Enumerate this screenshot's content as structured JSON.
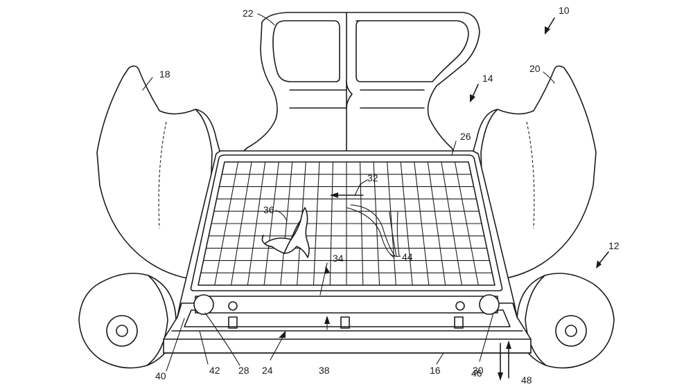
{
  "figure": {
    "labels": [
      {
        "key": "10",
        "text": "10"
      },
      {
        "key": "12",
        "text": "12"
      },
      {
        "key": "14",
        "text": "14"
      },
      {
        "key": "16",
        "text": "16"
      },
      {
        "key": "18",
        "text": "18"
      },
      {
        "key": "20",
        "text": "20"
      },
      {
        "key": "22",
        "text": "22"
      },
      {
        "key": "24",
        "text": "24"
      },
      {
        "key": "26",
        "text": "26"
      },
      {
        "key": "28",
        "text": "28"
      },
      {
        "key": "30",
        "text": "30"
      },
      {
        "key": "32",
        "text": "32"
      },
      {
        "key": "34",
        "text": "34"
      },
      {
        "key": "36",
        "text": "36"
      },
      {
        "key": "38",
        "text": "38"
      },
      {
        "key": "40",
        "text": "40"
      },
      {
        "key": "42",
        "text": "42"
      },
      {
        "key": "44",
        "text": "44"
      },
      {
        "key": "46",
        "text": "46"
      },
      {
        "key": "48",
        "text": "48"
      }
    ]
  }
}
